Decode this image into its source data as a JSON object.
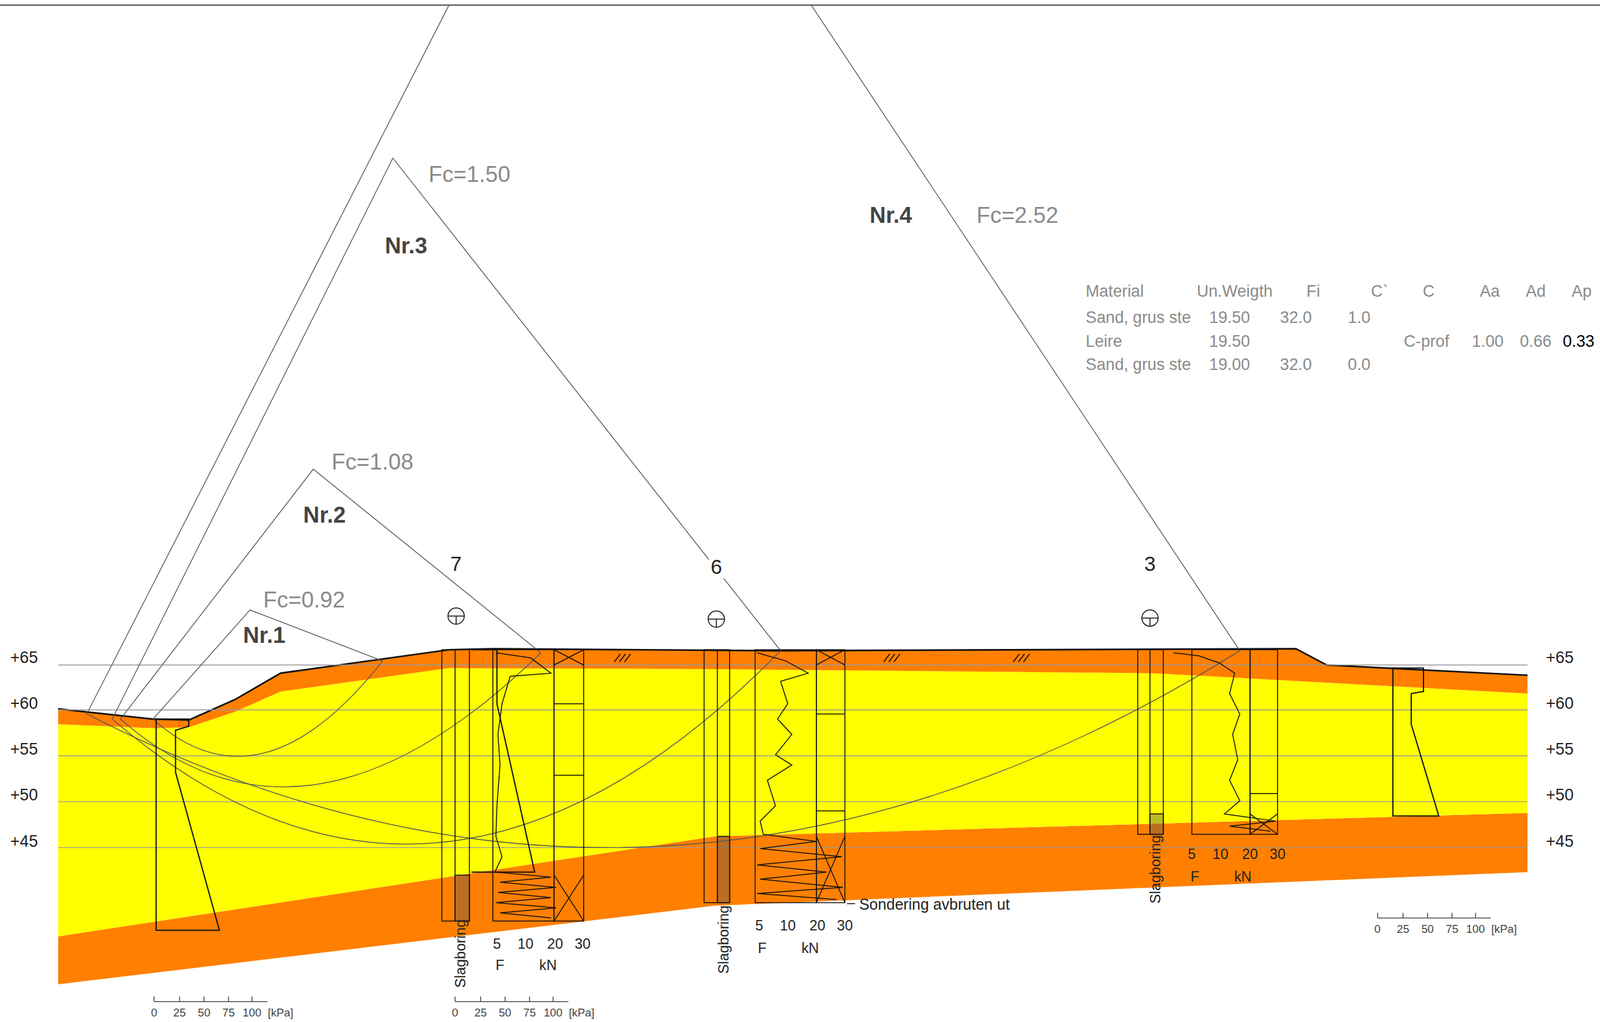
{
  "diagram": {
    "labels": [
      "+65",
      "+60",
      "+55",
      "+50",
      "+45",
      "+65",
      "+60",
      "+55",
      "+50",
      "+45",
      "Fc=1.50",
      "Nr.3",
      "Fc=1.08",
      "Nr.2",
      "Fc=0.92",
      "Nr.1",
      "Nr.4",
      "Fc=2.52",
      "7",
      "6",
      "3",
      "Material",
      "Un.Weigth",
      "Fi",
      "C`",
      "C",
      "Aa",
      "Ad",
      "Ap",
      "Sand, grus ste",
      "19.50",
      "32.0",
      "1.0",
      "Leire",
      "19.50",
      "C-prof",
      "1.00",
      "0.66",
      "0.33",
      "Sand, grus ste",
      "19.00",
      "32.0",
      "0.0",
      "Slagboring",
      "5",
      "10",
      "20",
      "30",
      "F",
      "kN",
      "Slagboring",
      "5",
      "10",
      "20",
      "30",
      "F",
      "kN",
      "Sondering avbruten ut",
      "Slagboring",
      "5",
      "10",
      "20",
      "30",
      "F",
      "kN",
      "0",
      "25",
      "50",
      "75",
      "100",
      "[kPa]",
      "0",
      "25",
      "50",
      "75",
      "100",
      "[kPa]",
      "0",
      "25",
      "50",
      "75",
      "100",
      "[kPa]"
    ]
  }
}
